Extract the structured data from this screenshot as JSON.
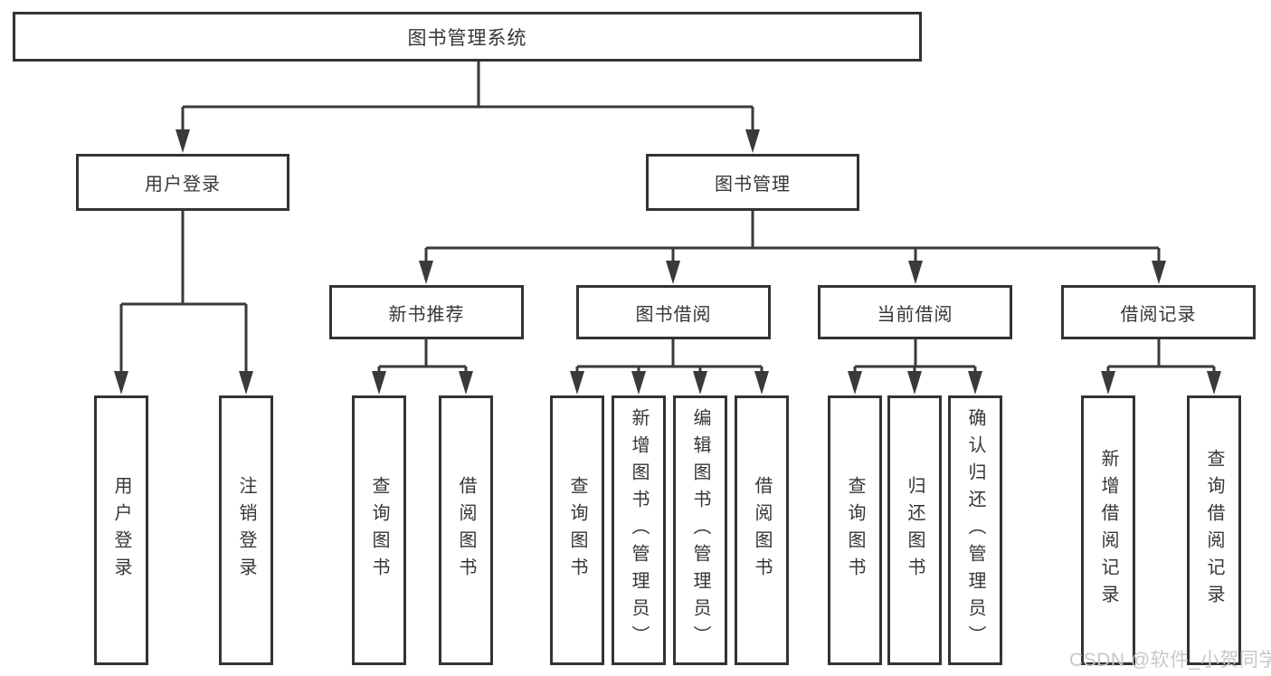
{
  "tree": {
    "label": "图书管理系统",
    "children": [
      {
        "label": "用户登录",
        "children": [
          {
            "label": "用户登录"
          },
          {
            "label": "注销登录"
          }
        ]
      },
      {
        "label": "图书管理",
        "children": [
          {
            "label": "新书推荐",
            "children": [
              {
                "label": "查询图书"
              },
              {
                "label": "借阅图书"
              }
            ]
          },
          {
            "label": "图书借阅",
            "children": [
              {
                "label": "查询图书"
              },
              {
                "label": "新增图书（管理员）"
              },
              {
                "label": "编辑图书（管理员）"
              },
              {
                "label": "借阅图书"
              }
            ]
          },
          {
            "label": "当前借阅",
            "children": [
              {
                "label": "查询图书"
              },
              {
                "label": "归还图书"
              },
              {
                "label": "确认归还（管理员）"
              }
            ]
          },
          {
            "label": "借阅记录",
            "children": [
              {
                "label": "新增借阅记录"
              },
              {
                "label": "查询借阅记录"
              }
            ]
          }
        ]
      }
    ]
  },
  "watermark": {
    "text": "CSDN @软件_小贺同学"
  },
  "colors": {
    "line": "#3a3a3a",
    "border": "#333333",
    "text": "#363636",
    "background": "#ffffff",
    "watermark": "#c8c8c8"
  }
}
